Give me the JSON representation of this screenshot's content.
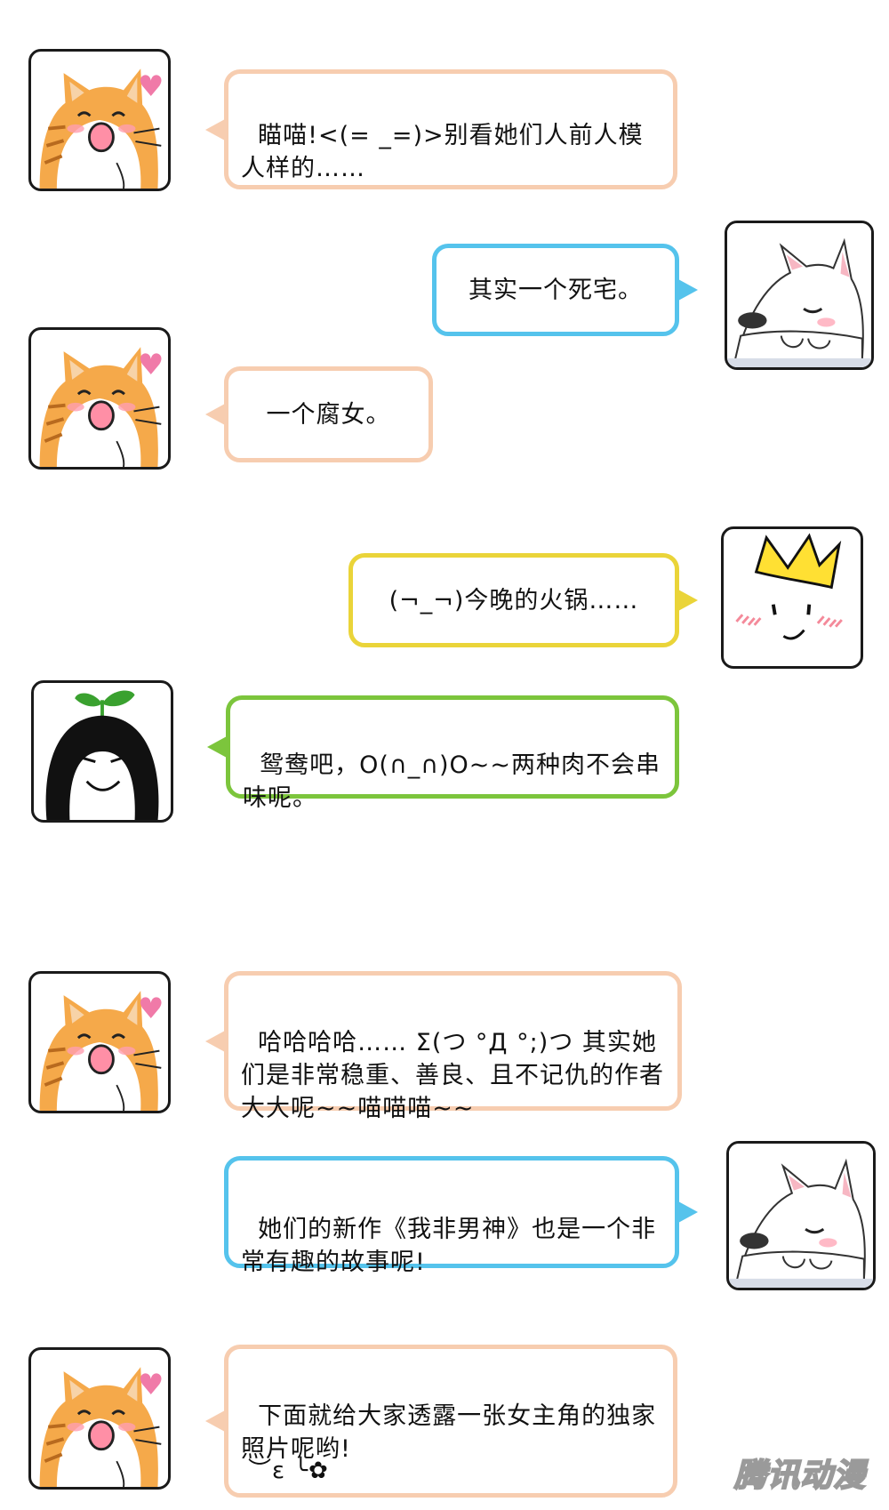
{
  "messages": [
    {
      "speaker": "cat",
      "text": "瞄喵!<(= _=)>别看她们人前人模人样的……"
    },
    {
      "speaker": "dog",
      "text": "其实一个死宅。"
    },
    {
      "speaker": "cat",
      "text": "一个腐女。"
    },
    {
      "speaker": "crown",
      "text": "(¬_¬)今晚的火锅……"
    },
    {
      "speaker": "sprout",
      "text": "鸳鸯吧，O(∩_∩)O~~两种肉不会串味呢。"
    },
    {
      "speaker": "cat",
      "text": "哈哈哈哈…… Σ(つ °Д °;)つ 其实她们是非常稳重、善良、且不记仇的作者大大呢~~喵喵喵~~"
    },
    {
      "speaker": "dog",
      "text": "她们的新作《我非男神》也是一个非常有趣的故事呢!"
    },
    {
      "speaker": "cat",
      "text": "下面就给大家透露一张女主角的独家照片呢哟!",
      "emoticon": "︶ε ╰✿"
    }
  ],
  "watermark": "腾讯动漫",
  "colors": {
    "peach": "#f7cdb0",
    "blue": "#55c3ec",
    "yellow": "#ead439",
    "green": "#7cc53c"
  },
  "avatars": {
    "cat": "cat-avatar-icon",
    "dog": "sleeping-dog-avatar-icon",
    "crown": "crown-face-avatar-icon",
    "sprout": "sprout-girl-avatar-icon"
  }
}
